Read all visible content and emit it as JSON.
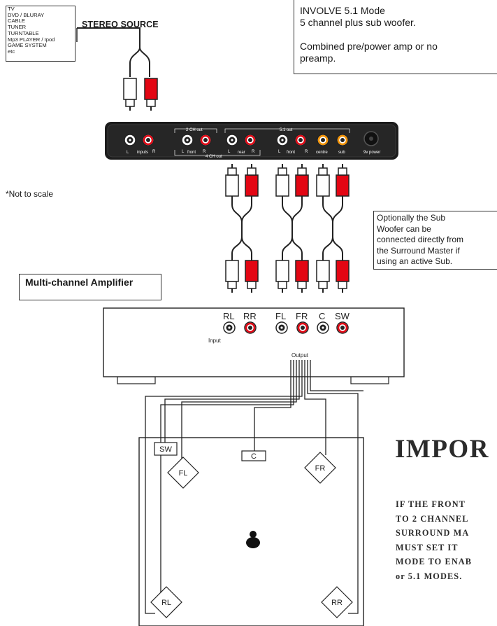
{
  "sources": {
    "list": [
      "TV",
      "DVD / BLURAY",
      "CABLE",
      "TUNER",
      "TURNTABLE",
      "Mp3 PLAYER / Ipod",
      "GAME SYSTEM",
      "etc"
    ],
    "label": "STEREO SOURCE"
  },
  "mode": {
    "title": "INVOLVE 5.1 Mode",
    "line1": "5 channel plus sub woofer.",
    "line2": "Combined pre/power amp or no",
    "line3": "preamp."
  },
  "note": "*Not to scale",
  "optional_note": [
    "Optionally the Sub",
    "Woofer can be",
    "connected directly from",
    "the Surround Master if",
    "using an active Sub."
  ],
  "amplifier_label": "Multi-channel Amplifier",
  "device": {
    "group_2ch": "2 CH out",
    "group_51": "5.1 out",
    "group_4ch": "4 CH out",
    "inputs": "inputs",
    "left": "L",
    "right": "R",
    "front": "front",
    "rear": "rear",
    "centre": "centre",
    "sub": "sub",
    "power": "9v power"
  },
  "amplifier": {
    "channels": [
      "RL",
      "RR",
      "FL",
      "FR",
      "C",
      "SW"
    ],
    "input_label": "Input",
    "output_label": "Output"
  },
  "room": {
    "speakers": [
      "SW",
      "FL",
      "C",
      "FR",
      "RL",
      "RR"
    ]
  },
  "important": {
    "title": "IMPOR",
    "lines": [
      "IF THE FRONT",
      "TO 2 CHANNEL",
      "SURROUND MA",
      "MUST SET IT",
      "MODE TO ENAB",
      "or 5.1 MODES."
    ]
  },
  "colors": {
    "red_plug": "#e30613",
    "white_plug": "#ffffff",
    "device_body": "#1c1c1c",
    "line": "#222222"
  }
}
